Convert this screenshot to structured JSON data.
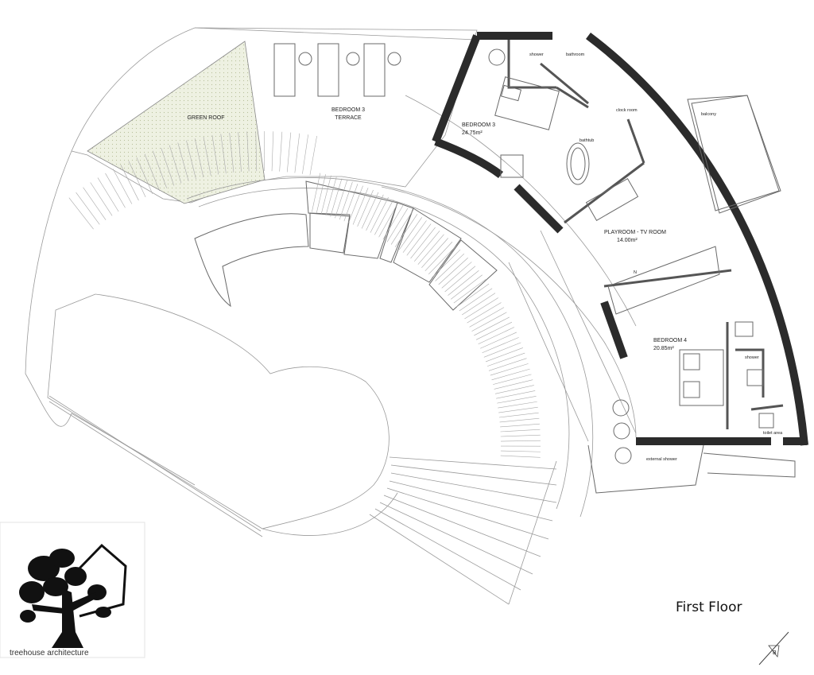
{
  "title": "First Floor",
  "logo": {
    "text": "treehouse architecture"
  },
  "north_marker": "N",
  "compass_label": "B",
  "rooms": [
    {
      "id": "green-roof",
      "name": "GREEN ROOF"
    },
    {
      "id": "terrace",
      "name": "BEDROOM 3",
      "name2": "TERRACE"
    },
    {
      "id": "bedroom3",
      "name": "BEDROOM 3",
      "area": "24.75m²"
    },
    {
      "id": "playroom",
      "name": "PLAYROOM - TV ROOM",
      "area": "14.00m²"
    },
    {
      "id": "bedroom4",
      "name": "BEDROOM 4",
      "area": "20.85m²"
    }
  ],
  "small_labels": {
    "shower1": "shower",
    "bathroom": "bathroom",
    "cloakroom": "clock room",
    "bathtub": "bathtub",
    "balcony": "balcony",
    "shower2": "shower",
    "toilet": "toilet area",
    "external_shower": "external shower"
  },
  "colors": {
    "walls": "#2b2b2b",
    "lines": "#9a9a9a",
    "green_roof": "#eef1e2"
  }
}
